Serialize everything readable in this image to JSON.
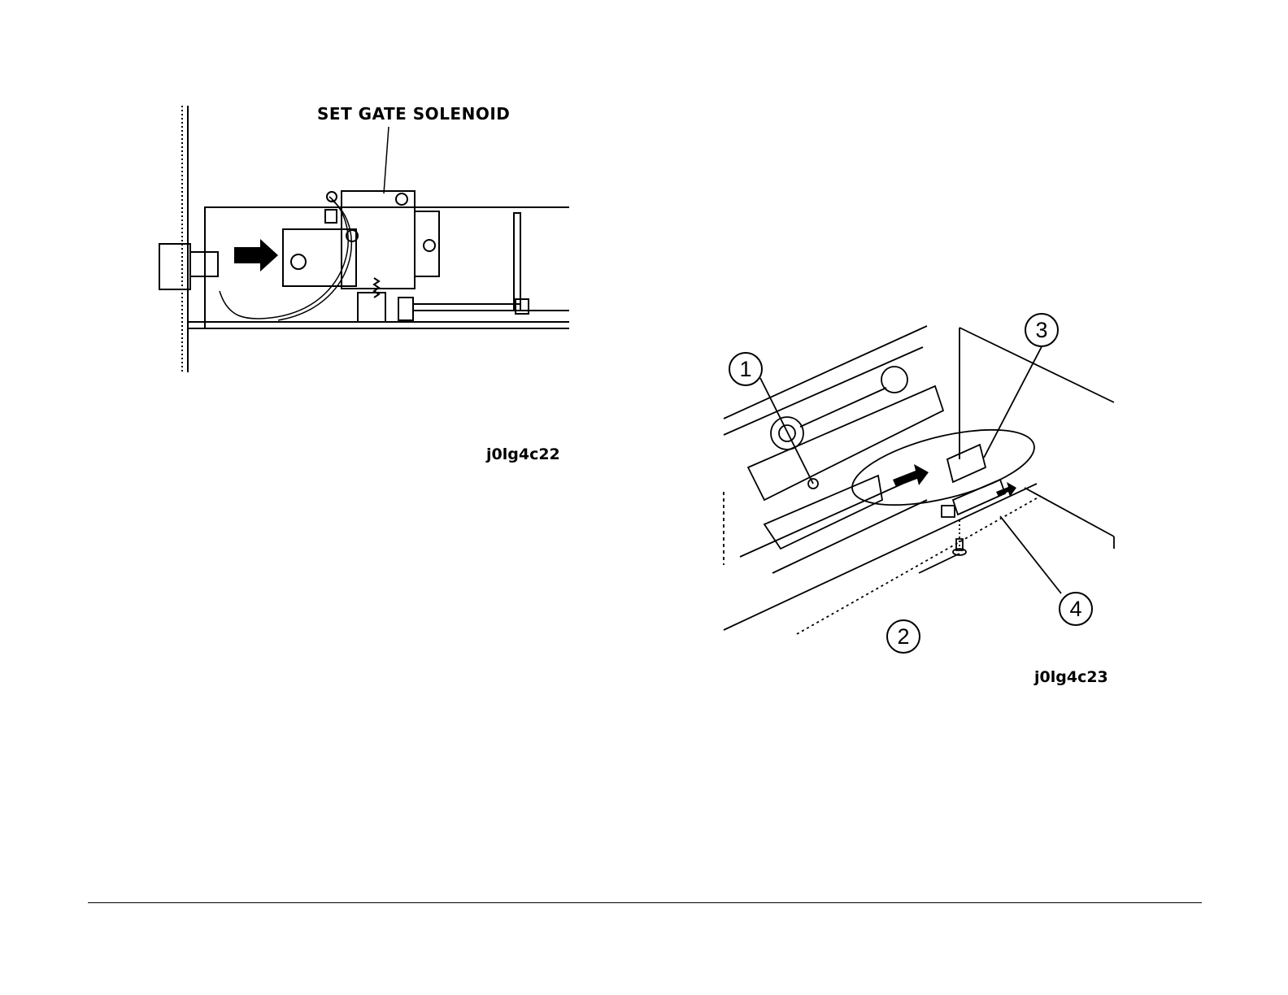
{
  "figure_left": {
    "label": "SET GATE SOLENOID",
    "figure_id": "j0lg4c22"
  },
  "figure_right": {
    "callouts": [
      "1",
      "2",
      "3",
      "4"
    ],
    "figure_id": "j0lg4c23"
  }
}
